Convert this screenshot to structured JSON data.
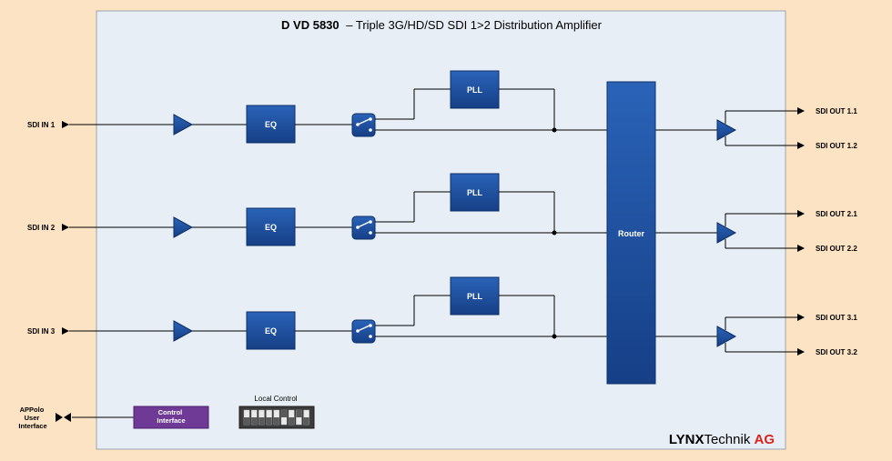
{
  "title": {
    "model": "D VD 5830",
    "description": "– Triple 3G/HD/SD SDI 1>2 Distribution Amplifier"
  },
  "channels": [
    {
      "input_label": "SDI IN 1",
      "eq_label": "EQ",
      "pll_label": "PLL",
      "outputs": [
        "SDI OUT 1.1",
        "SDI OUT 1.2"
      ]
    },
    {
      "input_label": "SDI IN 2",
      "eq_label": "EQ",
      "pll_label": "PLL",
      "outputs": [
        "SDI OUT 2.1",
        "SDI OUT 2.2"
      ]
    },
    {
      "input_label": "SDI IN 3",
      "eq_label": "EQ",
      "pll_label": "PLL",
      "outputs": [
        "SDI OUT 3.1",
        "SDI OUT 3.2"
      ]
    }
  ],
  "router": {
    "label": "Router"
  },
  "control": {
    "interface_lines": [
      "Control",
      "Interface"
    ],
    "local_control_label": "Local Control",
    "appolo_lines": [
      "APPolo",
      "User",
      "Interface"
    ]
  },
  "brand": {
    "strong": "LYNX",
    "name": "Technik",
    "suffix": "AG"
  },
  "colors": {
    "page_background": "#fbe3c4",
    "panel": "#e7eef5",
    "block": "#1a4e9a",
    "block_border": "#0d2f66",
    "control_interface": "#6e3a96",
    "brand_accent": "#d8261d",
    "line": "#000000"
  }
}
